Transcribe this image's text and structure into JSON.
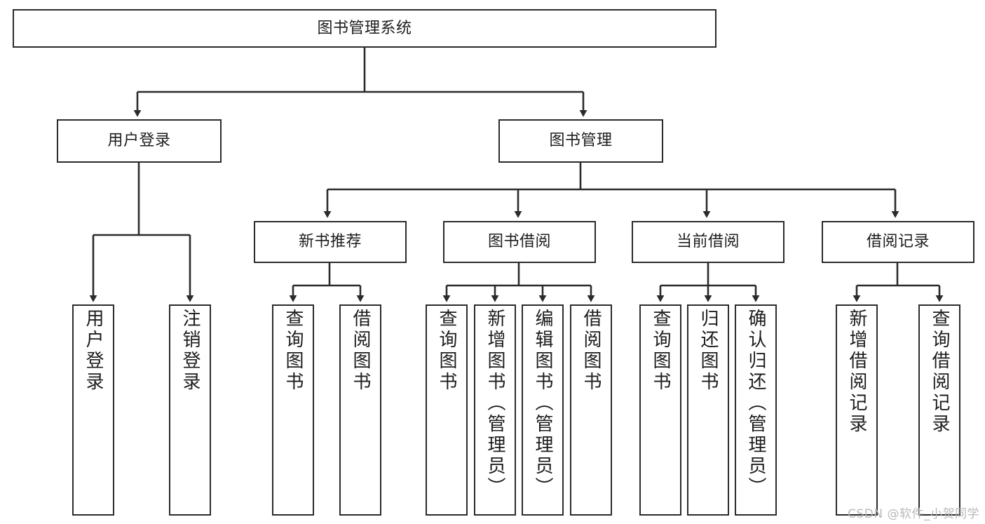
{
  "diagram": {
    "title": "图书管理系统",
    "watermark": "CSDN @软件_小贺同学",
    "colors": {
      "stroke": "#2b2b2b",
      "fill": "#ffffff",
      "text": "#1d1d1d",
      "watermark": "#b9b9b9"
    },
    "levels": {
      "root": {
        "label": "图书管理系统"
      },
      "level2": [
        {
          "label": "用户登录"
        },
        {
          "label": "图书管理"
        }
      ],
      "level3": [
        {
          "label": "新书推荐"
        },
        {
          "label": "图书借阅"
        },
        {
          "label": "当前借阅"
        },
        {
          "label": "借阅记录"
        }
      ],
      "leaves": {
        "user_login": [
          {
            "label": "用户登录"
          },
          {
            "label": "注销登录"
          }
        ],
        "new_book": [
          {
            "label": "查询图书"
          },
          {
            "label": "借阅图书"
          }
        ],
        "book_borrow": [
          {
            "label": "查询图书"
          },
          {
            "label": "新增图书（管理员）"
          },
          {
            "label": "编辑图书（管理员）"
          },
          {
            "label": "借阅图书"
          }
        ],
        "current_borrow": [
          {
            "label": "查询图书"
          },
          {
            "label": "归还图书"
          },
          {
            "label": "确认归还（管理员）"
          }
        ],
        "borrow_record": [
          {
            "label": "新增借阅记录"
          },
          {
            "label": "查询借阅记录"
          }
        ]
      }
    }
  }
}
